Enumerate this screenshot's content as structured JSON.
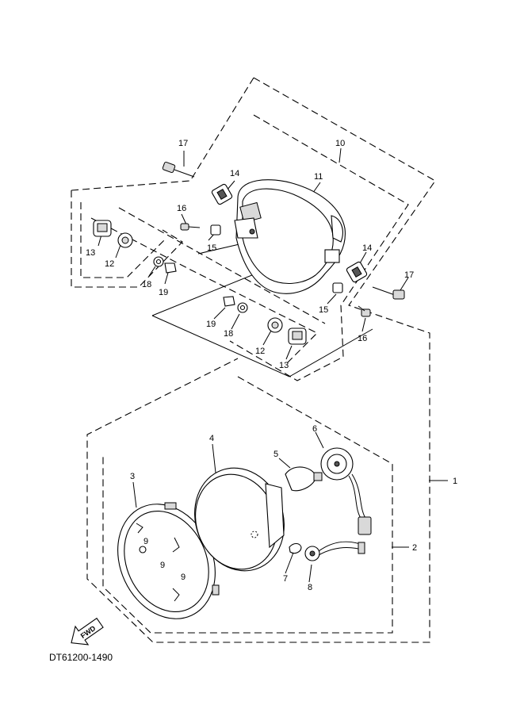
{
  "diagram": {
    "code": "DT61200-1490",
    "fwd_label": "FWD",
    "callouts": {
      "c1": "1",
      "c2": "2",
      "c3": "3",
      "c4": "4",
      "c5": "5",
      "c6": "6",
      "c7": "7",
      "c8": "8",
      "c9a": "9",
      "c9b": "9",
      "c9c": "9",
      "c10": "10",
      "c11": "11",
      "c12a": "12",
      "c12b": "12",
      "c13a": "13",
      "c13b": "13",
      "c14a": "14",
      "c14b": "14",
      "c15a": "15",
      "c15b": "15",
      "c16a": "16",
      "c16b": "16",
      "c17a": "17",
      "c17b": "17",
      "c18a": "18",
      "c18b": "18",
      "c19a": "19",
      "c19b": "19"
    }
  }
}
